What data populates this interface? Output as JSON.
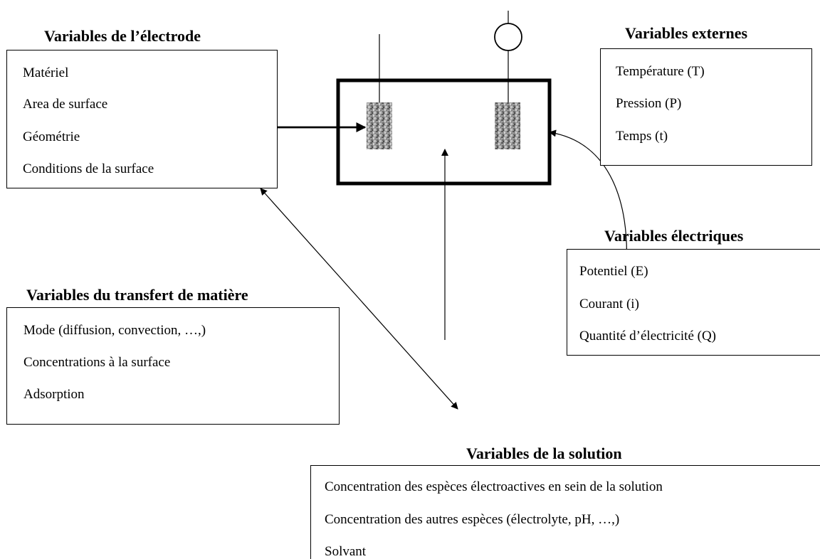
{
  "electrode": {
    "title": "Variables de l’électrode",
    "items": [
      "Matériel",
      "Area de surface",
      "Géométrie",
      "Conditions de la surface"
    ]
  },
  "external": {
    "title": "Variables externes",
    "items": [
      "Température (T)",
      "Pression (P)",
      "Temps (t)"
    ]
  },
  "electrical": {
    "title": "Variables électriques",
    "items": [
      "Potentiel (E)",
      "Courant (i)",
      "Quantité d’électricité (Q)"
    ]
  },
  "mass_transfer": {
    "title": "Variables du transfert de matière",
    "items": [
      "Mode (diffusion, convection, …,)",
      "Concentrations à la surface",
      "Adsorption"
    ]
  },
  "solution": {
    "title": "Variables de la solution",
    "items": [
      "Concentration des espèces électroactives en sein de la solution",
      "Concentration des autres espèces (électrolyte, pH, …,)",
      "Solvant"
    ]
  }
}
